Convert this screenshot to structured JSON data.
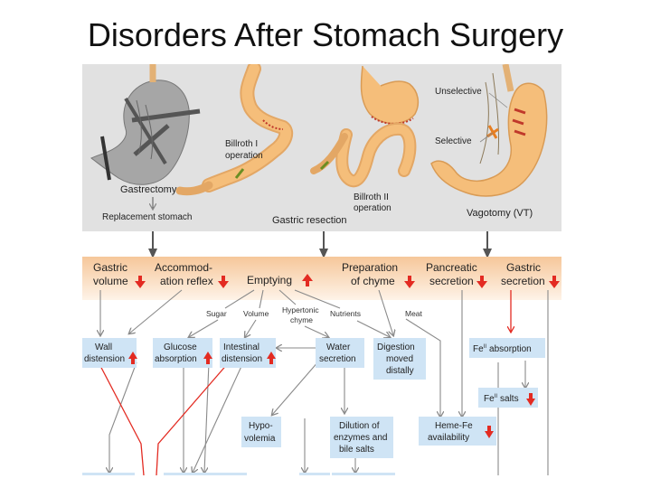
{
  "slide": {
    "title": "Disorders After Stomach Surgery"
  },
  "surgery_panel": {
    "gastrectomy": "Gastrectomy",
    "replacement_stomach": "Replacement stomach",
    "billroth1_line1": "Billroth I",
    "billroth1_line2": "operation",
    "billroth2_line1": "Billroth II",
    "billroth2_line2": "operation",
    "gastric_resection": "Gastric resection",
    "unselective": "Unselective",
    "selective": "Selective",
    "vagotomy": "Vagotomy (VT)"
  },
  "effects_band": {
    "gastric_volume_1": "Gastric",
    "gastric_volume_2": "volume",
    "accommodation_1": "Accommod-",
    "accommodation_2": "ation reflex",
    "emptying": "Emptying",
    "preparation_1": "Preparation",
    "preparation_2": "of chyme",
    "pancreatic_1": "Pancreatic",
    "pancreatic_2": "secretion",
    "gastric_secretion_1": "Gastric",
    "gastric_secretion_2": "secretion"
  },
  "chyme_components": {
    "sugar": "Sugar",
    "volume": "Volume",
    "hypertonic_1": "Hypertonic",
    "hypertonic_2": "chyme",
    "nutrients": "Nutrients",
    "meat": "Meat"
  },
  "consequences": {
    "wall_distension_1": "Wall",
    "wall_distension_2": "distension",
    "glucose_absorption_1": "Glucose",
    "glucose_absorption_2": "absorption",
    "intestinal_distension_1": "Intestinal",
    "intestinal_distension_2": "distension",
    "water_secretion_1": "Water",
    "water_secretion_2": "secretion",
    "digestion_moved_1": "Digestion",
    "digestion_moved_2": "moved",
    "digestion_moved_3": "distally",
    "fe_absorption_fe": "Fe",
    "fe_absorption_sup": "II",
    "fe_absorption_rest": "absorption",
    "fe_salts_fe": "Fe",
    "fe_salts_sup": "II",
    "fe_salts_rest": "salts",
    "hypovolemia_1": "Hypo-",
    "hypovolemia_2": "volemia",
    "dilution_1": "Dilution of",
    "dilution_2": "enzymes and",
    "dilution_3": "bile salts",
    "heme_fe_1": "Heme-Fe",
    "heme_fe_2": "availability"
  },
  "colors": {
    "top_panel": "#e1e1e1",
    "band_top": "#f6c79a",
    "band_bottom": "#fdf1e6",
    "node_fill": "#cfe4f5",
    "arrow_up": "#e32b22",
    "arrow_down": "#e32b22",
    "stomach": "#f5be7a",
    "stomach_gray": "#a6a6a6"
  }
}
